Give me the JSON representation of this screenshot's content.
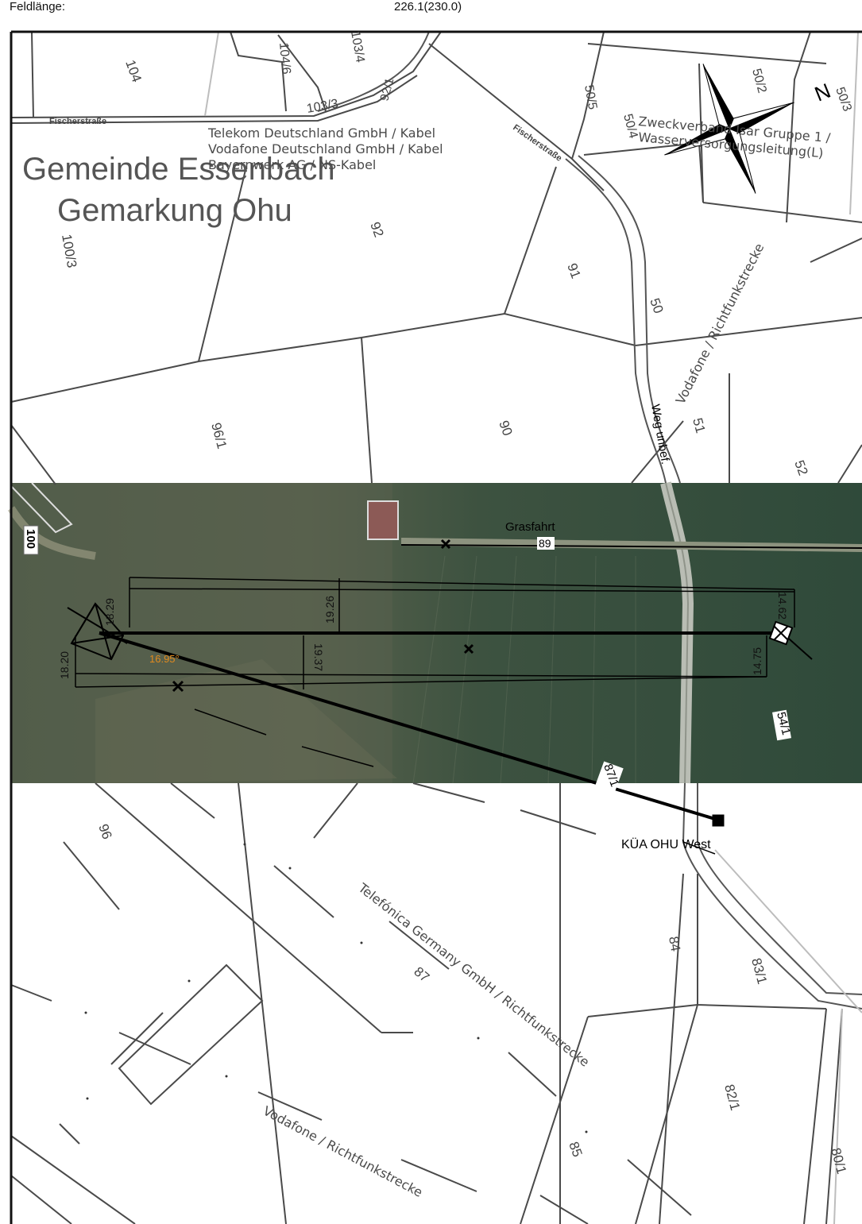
{
  "header": {
    "field_length_label": "Feldlänge:",
    "field_length_value": "226.1(230.0)"
  },
  "map": {
    "municipality": "Gemeinde Essenbach",
    "district": "Gemarkung Ohu",
    "north_label": "N",
    "street_labels": [
      "Fischerstraße",
      "Fischerstraße"
    ],
    "road_label": "Weg unbef.",
    "grass_path_label": "Grasfahrt",
    "station_label": "KÜA OHU West",
    "angle_label": "16.95°",
    "colors": {
      "angle": "#e08a1e",
      "lines": "#444444",
      "boundary": "#111111"
    },
    "utilities": {
      "telekom": "Telekom Deutschland GmbH / Kabel",
      "vodafone_cable": "Vodafone Deutschland GmbH / Kabel",
      "bayernwerk": "Bayernwerk AG / NS-Kabel",
      "zweckverband_1": "Zweckverband Isar Gruppe 1 /",
      "zweckverband_2": "Wasserversorgungsleitung(L)",
      "vodafone_radio_1": "Vodafone / Richtfunkstrecke",
      "telefonica": "Telefónica Germany GmbH / Richtfunkstrecke",
      "vodafone_radio_2": "Vodafone / Richtfunkstrecke"
    },
    "parcels": {
      "p104": "104",
      "p104_6": "104/6",
      "p103_4": "103/4",
      "p103_3": "103/3",
      "p92_1": "92/1",
      "p50_5": "50/5",
      "p50_4": "50/4",
      "p50_2": "50/2",
      "p50_3": "50/3",
      "p92": "92",
      "p100_3": "100/3",
      "p91": "91",
      "p50": "50",
      "p51": "51",
      "p52": "52",
      "p96_1": "96/1",
      "p90": "90",
      "p100": "100",
      "p89": "89",
      "p54_1": "54/1",
      "p87_1": "87/1",
      "p96": "96",
      "p87": "87",
      "p84": "84",
      "p83_1": "83/1",
      "p82_1": "82/1",
      "p85": "85",
      "p80_1": "80/1"
    },
    "dimensions": {
      "d18_29": "18.29",
      "d19_26": "19.26",
      "d18_20": "18.20",
      "d19_37": "19.37",
      "d14_75": "14.75",
      "d14_62": "14.62"
    }
  }
}
